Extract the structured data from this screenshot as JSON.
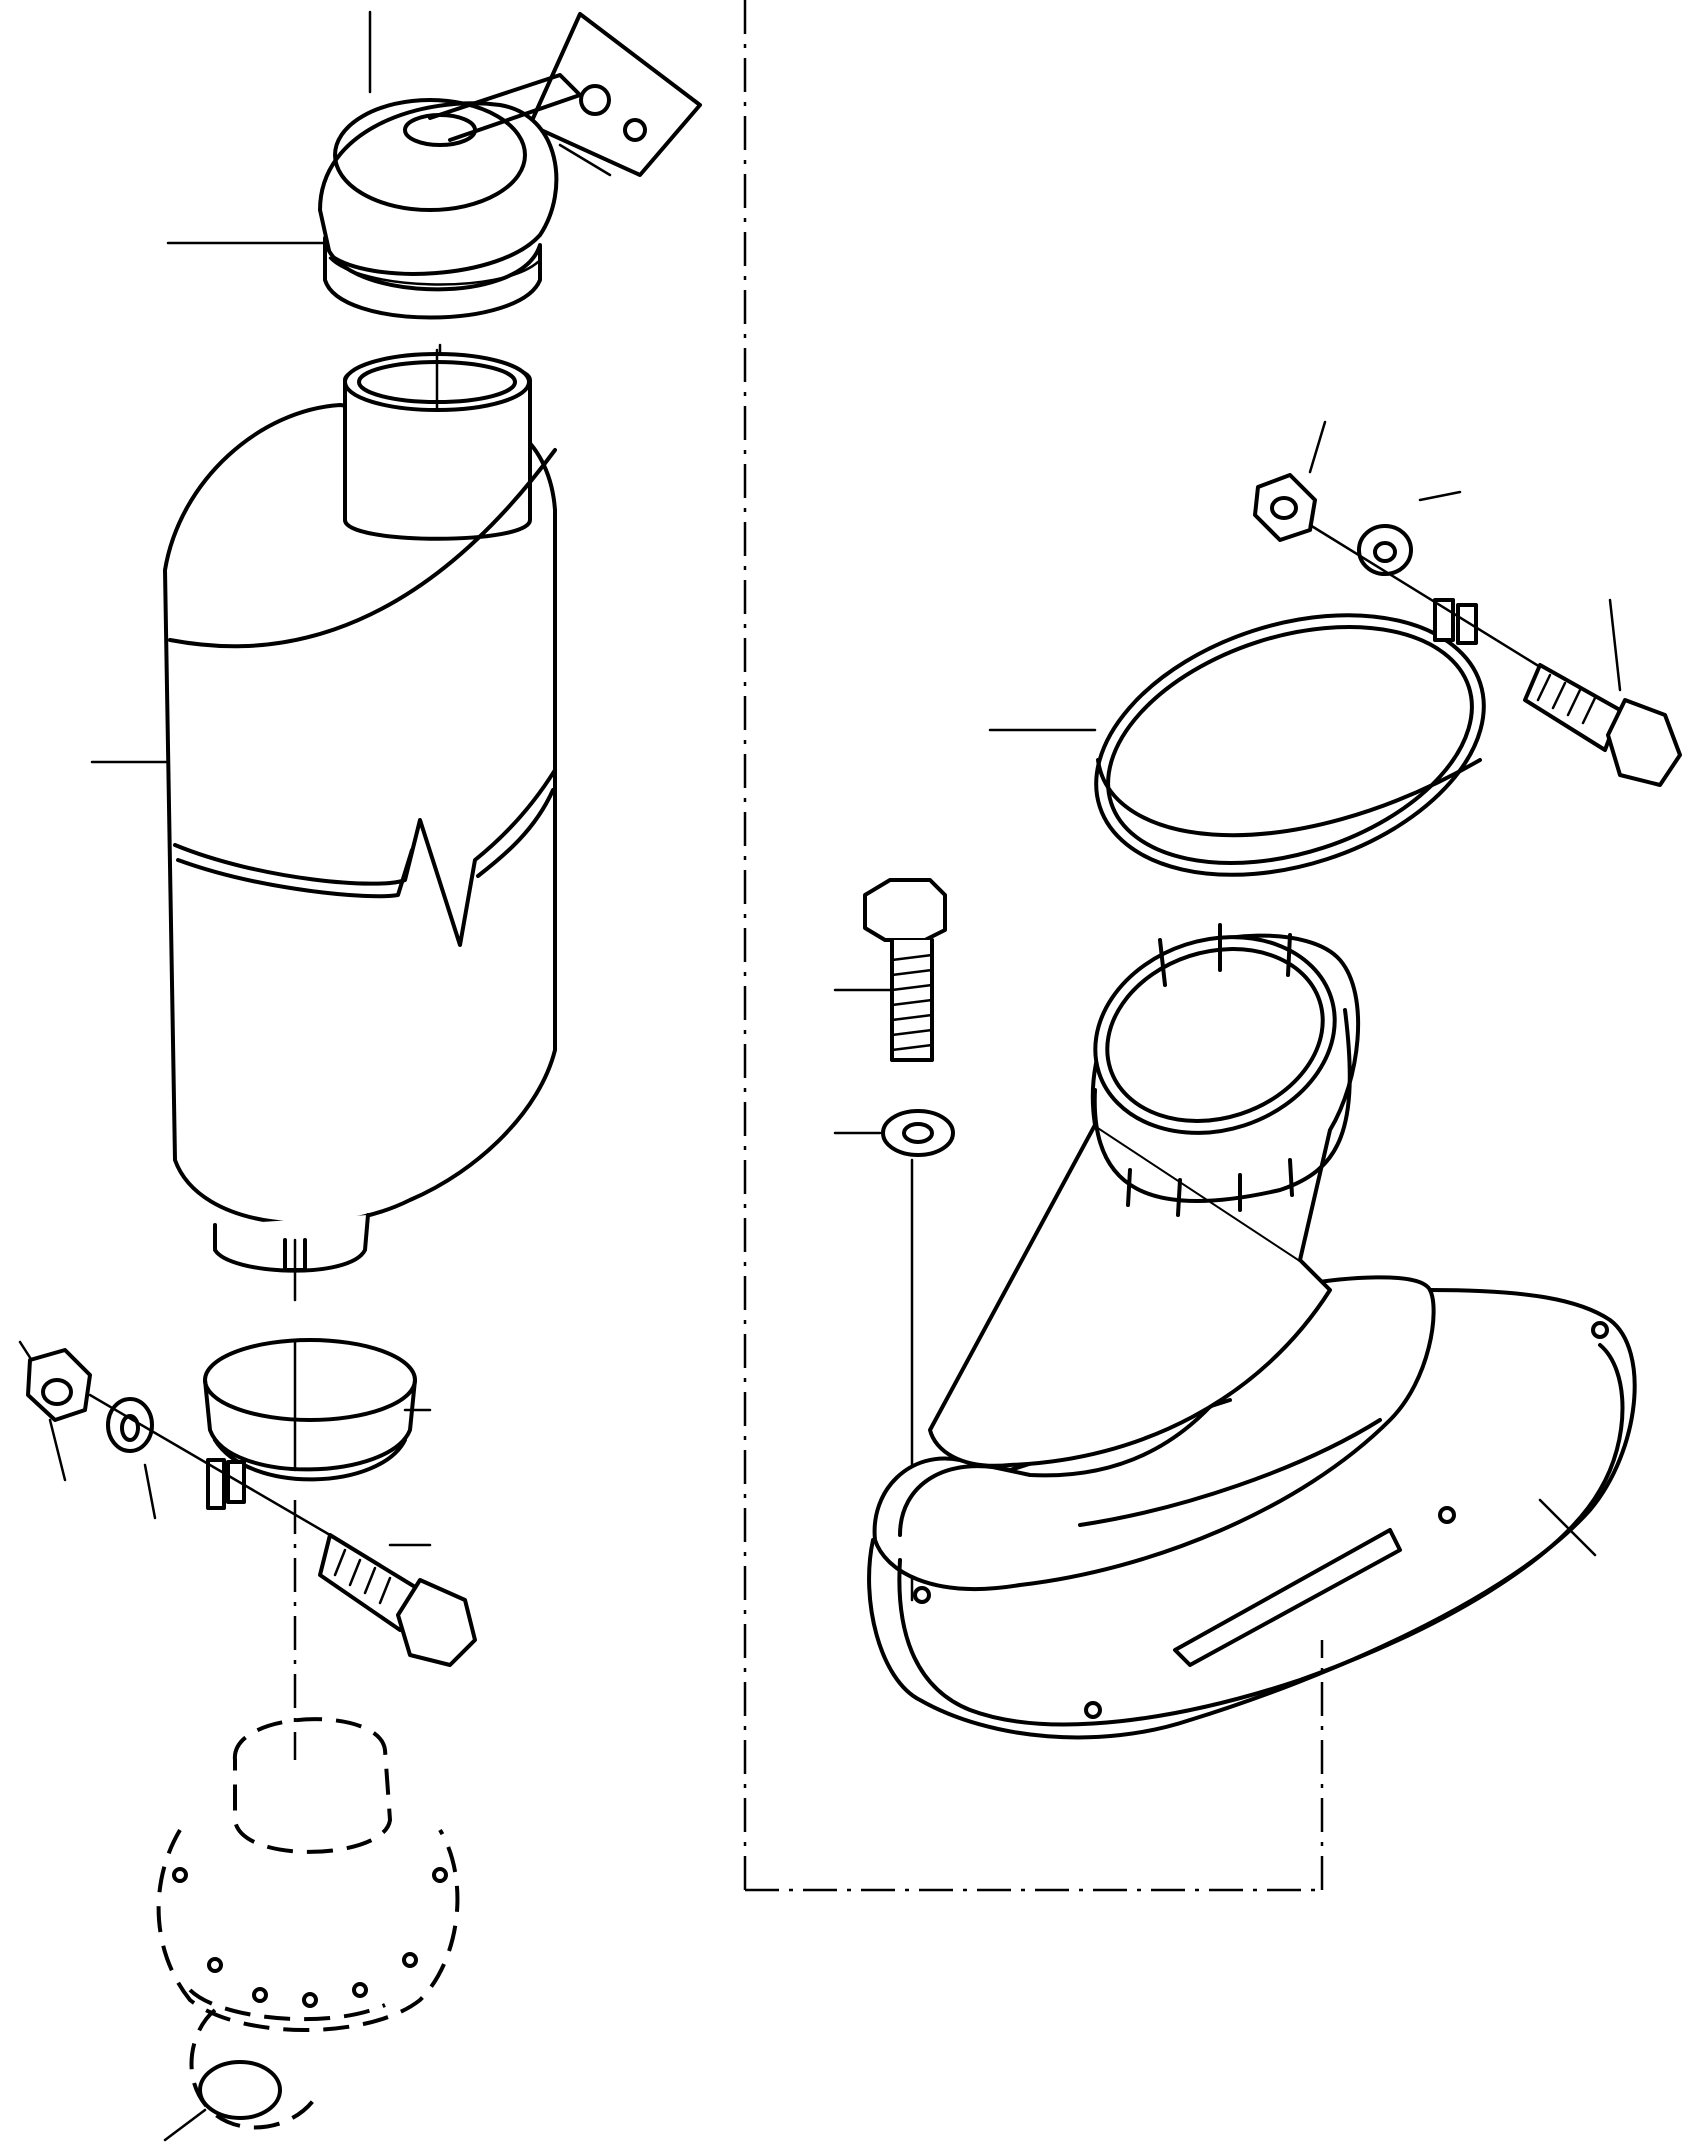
{
  "diagram": {
    "type": "exploded parts drawing",
    "style": "black line art on white",
    "ink_color": "#000000",
    "background_color": "#ffffff",
    "parts": [
      {
        "name": "rain-cap"
      },
      {
        "name": "rain-cap-band"
      },
      {
        "name": "muffler"
      },
      {
        "name": "muffler-clamp"
      },
      {
        "name": "clamp-nut"
      },
      {
        "name": "clamp-lock-washer"
      },
      {
        "name": "clamp-bolt"
      },
      {
        "name": "manifold-elbow"
      },
      {
        "name": "oval-band-clamp"
      },
      {
        "name": "band-nut"
      },
      {
        "name": "band-lock-washer"
      },
      {
        "name": "band-bolt"
      },
      {
        "name": "mounting-bolt"
      },
      {
        "name": "mounting-washer"
      },
      {
        "name": "hood-adapter"
      }
    ]
  }
}
